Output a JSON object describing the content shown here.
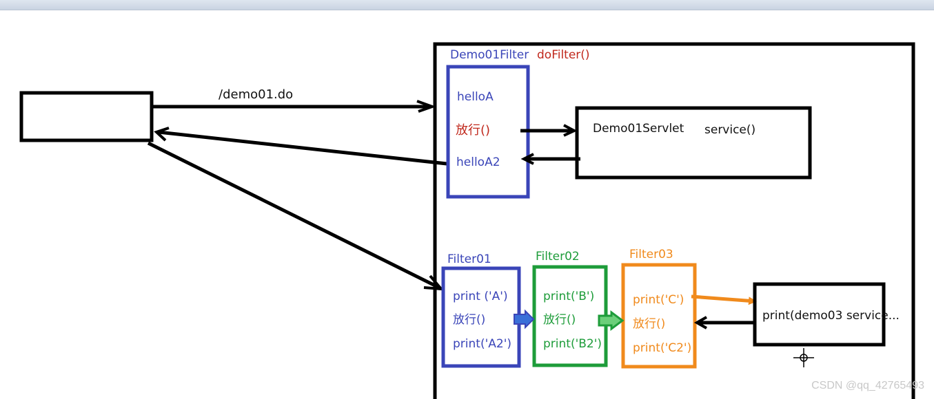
{
  "title_bar": {},
  "request_path": "/demo01.do",
  "demo_filter": {
    "name": "Demo01Filter",
    "method": "doFilter()",
    "lines": [
      "helloA",
      "放行()",
      "helloA2"
    ]
  },
  "servlet": {
    "name": "Demo01Servlet",
    "method": "service()"
  },
  "filter_chain": [
    {
      "name": "Filter01",
      "lines": [
        "print ('A')",
        "放行()",
        "print('A2')"
      ]
    },
    {
      "name": "Filter02",
      "lines": [
        "print('B')",
        "放行()",
        "print('B2')"
      ]
    },
    {
      "name": "Filter03",
      "lines": [
        "print('C')",
        "放行()",
        "print('C2')"
      ]
    }
  ],
  "target": {
    "label": "print(demo03 service..."
  },
  "watermark": "CSDN @qq_42765493",
  "colors": {
    "filter01": "#3a45b8",
    "filter02": "#1e9c3a",
    "filter03": "#f08a1c",
    "highlight": "#c0281c"
  },
  "icons": [
    "crosshair-cursor-icon"
  ]
}
